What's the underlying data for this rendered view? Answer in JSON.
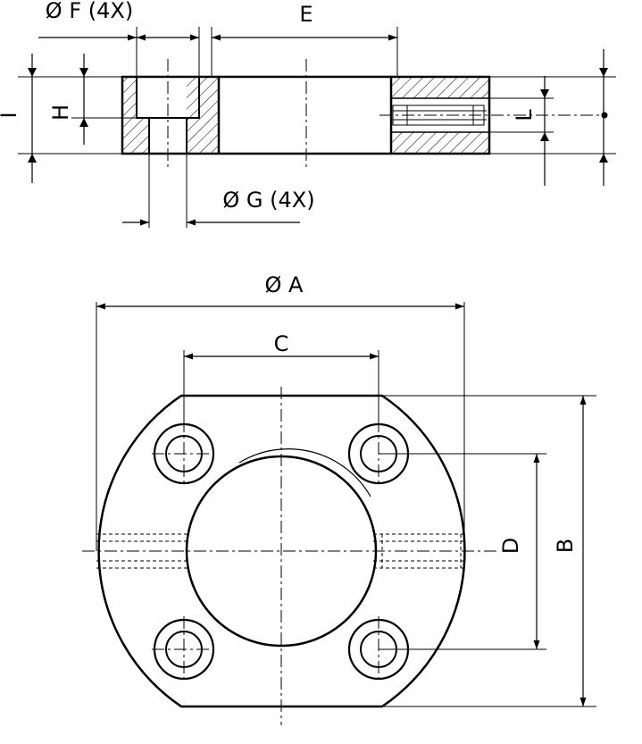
{
  "labels": {
    "dim_f": "Ø F (4X)",
    "dim_e": "E",
    "dim_i": "I",
    "dim_h": "H",
    "dim_l": "L",
    "dim_g": "Ø G (4X)",
    "dim_a": "Ø A",
    "dim_c": "C",
    "dim_d": "D",
    "dim_b": "B"
  }
}
